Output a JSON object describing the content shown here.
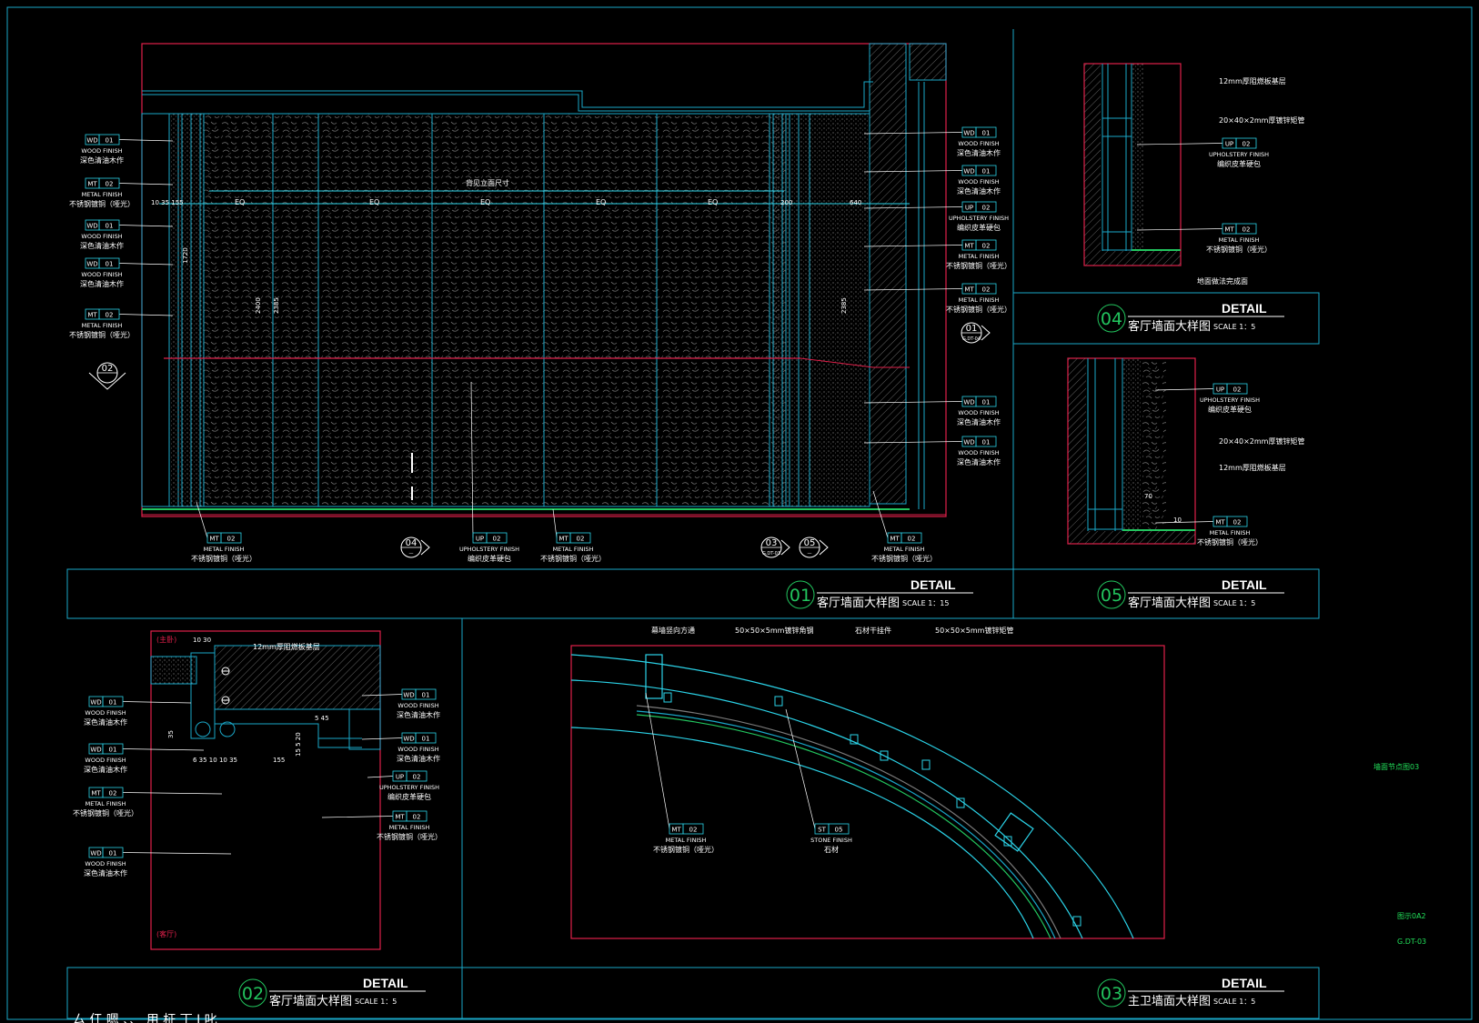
{
  "labels": {
    "wd": "WD",
    "mt": "MT",
    "up": "UP",
    "st": "ST",
    "n01": "01",
    "n02": "02",
    "n05": "05",
    "wood_finish": "WOOD FINISH",
    "wood_cn": "深色清油木作",
    "metal_finish": "METAL FINISH",
    "metal_cn": "不锈钢镀铜（哑光）",
    "uph_finish": "UPHOLSTERY FINISH",
    "uph_cn": "编织皮革硬包",
    "stone_finish": "STONE FINISH",
    "stone_cn": "石材"
  },
  "titles": {
    "detail": "DETAIL",
    "t01": {
      "num": "01",
      "name": "客厅墙面大样图",
      "scale": "SCALE  1：15"
    },
    "t02": {
      "num": "02",
      "name": "客厅墙面大样图",
      "scale": "SCALE  1：5"
    },
    "t03": {
      "num": "03",
      "name": "主卫墙面大样图",
      "scale": "SCALE  1：5"
    },
    "t04": {
      "num": "04",
      "name": "客厅墙面大样图",
      "scale": "SCALE  1：5"
    },
    "t05": {
      "num": "05",
      "name": "客厅墙面大样图",
      "scale": "SCALE  1：5"
    }
  },
  "elevation": {
    "eq": "EQ",
    "top_note": "背见立面尺寸",
    "dims_left": "10  35  155",
    "dim_right_a": "200",
    "dim_right_b": "640",
    "dim_v1": "2400",
    "dim_v2": "2385",
    "dim_v3": "1720",
    "dim_v4": "2385"
  },
  "markers": {
    "m01": {
      "num": "01",
      "sub": "G.DT-04"
    },
    "m02": {
      "num": "02",
      "sub": ""
    },
    "m03": {
      "num": "03",
      "sub": "G.DT-03"
    },
    "m04": {
      "num": "04",
      "sub": "—"
    },
    "m05": {
      "num": "05",
      "sub": "—"
    }
  },
  "detail04": {
    "n1": "12mm厚阻燃板基层",
    "n2": "20×40×2mm厚镀锌矩管",
    "n3": "地面做法完成面"
  },
  "detail05": {
    "n1": "20×40×2mm厚镀锌矩管",
    "n2": "12mm厚阻燃板基层",
    "dim": "70",
    "dim2": "10"
  },
  "detail02": {
    "top_tag": "(主卧)",
    "bottom_tag": "(客厅)",
    "n1": "12mm厚阻燃板基层",
    "dims_top": "10  30",
    "dims_bottom": "6  35  10  10  35",
    "dim_155": "155",
    "dim_v": "35",
    "dim_v2": "15 5 20",
    "dim_45": "5  45"
  },
  "detail03": {
    "n1": "幕墙竖向方通",
    "n2": "50×50×5mm镀锌角钢",
    "n3": "石材干挂件",
    "n4": "50×50×5mm镀锌矩管"
  },
  "sheet": {
    "title": "墙面节点图03",
    "drawn": "图示0A2",
    "code": "G.DT-03"
  },
  "bottom_stray": "ㄙ 仜 嗯 、、 用 柾 丅 Ⅰ 叱"
}
